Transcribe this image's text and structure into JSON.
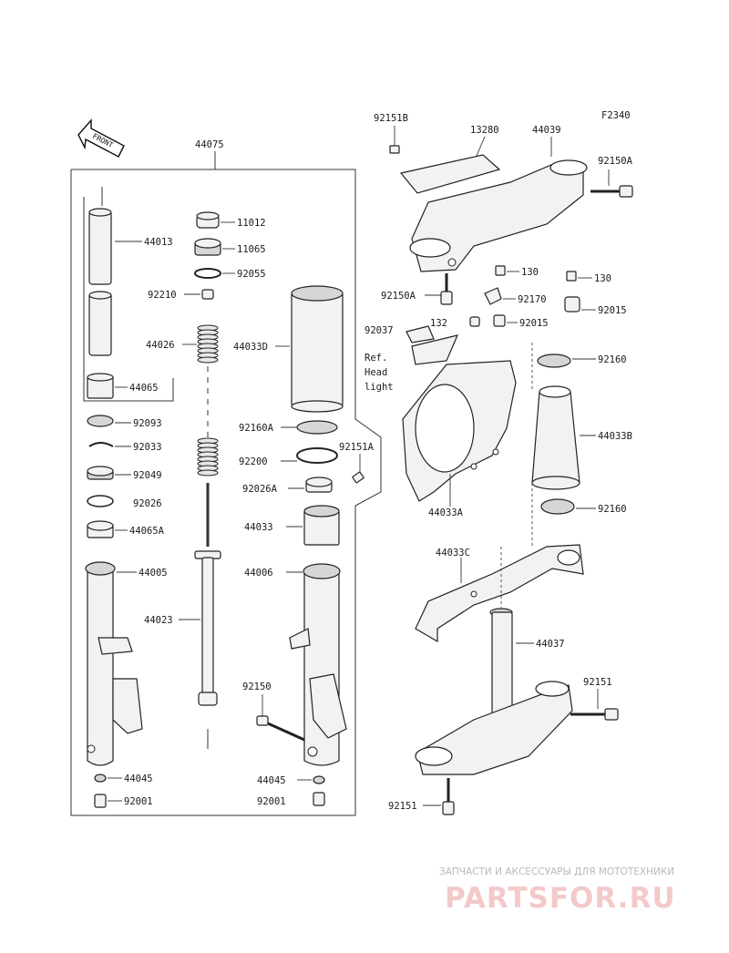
{
  "figure_code": "F2340",
  "front_label": "FRONT",
  "callouts": {
    "c44075": "44075",
    "c44013": "44013",
    "c44065": "44065",
    "c11012": "11012",
    "c11065": "11065",
    "c92055": "92055",
    "c92210": "92210",
    "c44026": "44026",
    "c44033D": "44033D",
    "c92093": "92093",
    "c92033": "92033",
    "c92049": "92049",
    "c92026": "92026",
    "c44065A": "44065A",
    "c44005": "44005",
    "c44023": "44023",
    "c92160A": "92160A",
    "c92200": "92200",
    "c92151A": "92151A",
    "c92026A": "92026A",
    "c44033": "44033",
    "c44006": "44006",
    "c92150": "92150",
    "c44045_left": "44045",
    "c92001_left": "92001",
    "c44045_right": "44045",
    "c92001_right": "92001",
    "c92151B": "92151B",
    "c13280": "13280",
    "c44039": "44039",
    "c92150A_top": "92150A",
    "c92150A_low": "92150A",
    "c130_a": "130",
    "c130_b": "130",
    "c92170": "92170",
    "c92037": "92037",
    "c132": "132",
    "c92015_a": "92015",
    "c92015_b": "92015",
    "c92160_top": "92160",
    "c44033B": "44033B",
    "c44033A": "44033A",
    "c92160_low": "92160",
    "c44033C": "44033C",
    "c44037": "44037",
    "c92151_right": "92151",
    "c92151_low": "92151"
  },
  "ref_note": [
    "Ref.",
    "Head",
    "light"
  ],
  "watermark": {
    "tagline": "ЗАПЧАСТИ И АКСЕССУАРЫ ДЛЯ МОТОТЕХНИКИ",
    "brand": "PARTSFOR.RU",
    "brand_color": "#f3c9c9"
  }
}
